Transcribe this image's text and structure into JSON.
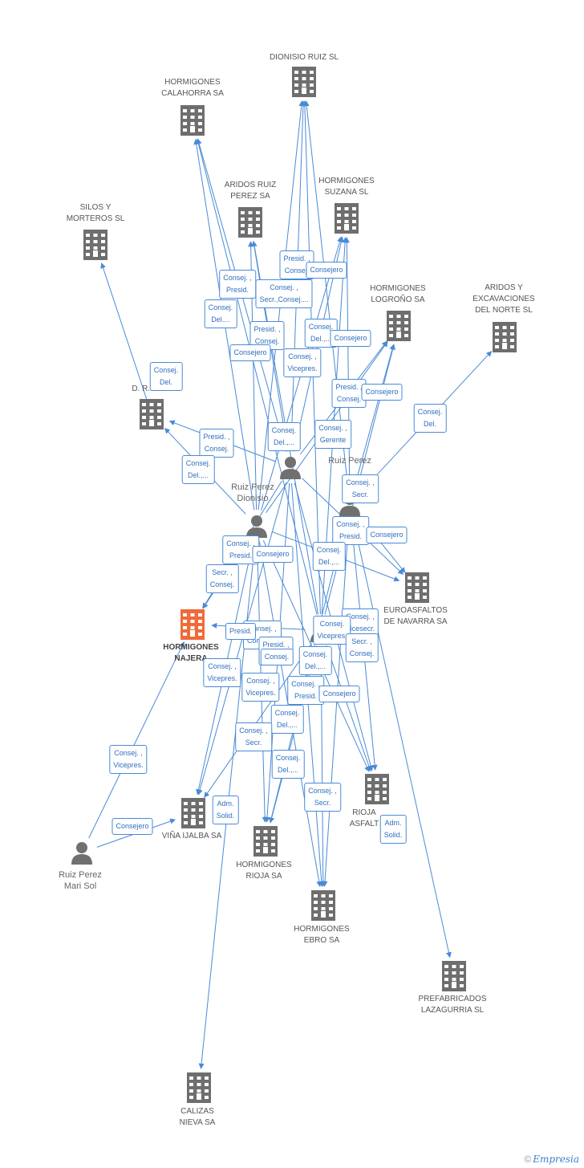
{
  "colors": {
    "edge": "#4a8ad6",
    "building": "#6e6e6e",
    "focus": "#f06a3a",
    "person": "#707070"
  },
  "nodes": [
    {
      "id": "dionisio_ruiz_sl",
      "type": "company",
      "label": "DIONISIO RUIZ SL"
    },
    {
      "id": "hormigones_calahorra",
      "type": "company",
      "label": "HORMIGONES\nCALAHORRA SA"
    },
    {
      "id": "aridos_ruiz_perez",
      "type": "company",
      "label": "ARIDOS RUIZ\nPEREZ SA"
    },
    {
      "id": "hormigones_suzana",
      "type": "company",
      "label": "HORMIGONES\nSUZANA SL"
    },
    {
      "id": "silos_morteros",
      "type": "company",
      "label": "SILOS Y\nMORTEROS SL"
    },
    {
      "id": "hormigones_logrono",
      "type": "company",
      "label": "HORMIGONES\nLOGROÑO SA"
    },
    {
      "id": "aridos_excavaciones",
      "type": "company",
      "label": "ARIDOS Y\nEXCAVACIONES\nDEL NORTE SL"
    },
    {
      "id": "dri",
      "type": "company",
      "label": "D. R.I. SL"
    },
    {
      "id": "euroasfaltos",
      "type": "company",
      "label": "EUROASFALTOS\nDE NAVARRA SA"
    },
    {
      "id": "hormigones_najera",
      "type": "focus",
      "label": "HORMIGONES\nNAJERA"
    },
    {
      "id": "vina_ijalba",
      "type": "company",
      "label": "VIÑA IJALBA SA"
    },
    {
      "id": "rioja_asfaltos",
      "type": "company",
      "label": "RIOJA\nASFALT"
    },
    {
      "id": "hormigones_rioja",
      "type": "company",
      "label": "HORMIGONES\nRIOJA SA"
    },
    {
      "id": "hormigones_ebro",
      "type": "company",
      "label": "HORMIGONES\nEBRO SA"
    },
    {
      "id": "prefabricados",
      "type": "company",
      "label": "PREFABRICADOS\nLAZAGURRIA SL"
    },
    {
      "id": "calizas_nieva",
      "type": "company",
      "label": "CALIZAS\nNIEVA SA"
    },
    {
      "id": "ruiz_perez_dionisio",
      "type": "person",
      "label": "Ruiz Perez\nDionisio"
    },
    {
      "id": "ruiz_perez",
      "type": "person",
      "label": "Ruiz Perez"
    },
    {
      "id": "ruiz_perez_2",
      "type": "person",
      "label": ""
    },
    {
      "id": "ruiz_perez_3",
      "type": "person",
      "label": ""
    },
    {
      "id": "ruiz_perez_mari_sol",
      "type": "person",
      "label": "Ruiz Perez\nMari Sol"
    }
  ],
  "relations": [
    "Consej. ,\nPresid.",
    "Presid. ,\nConsej.",
    "Consejero",
    "Consej. ,\nSecr.,Consej....",
    "Consej.\nDel....",
    "Presid. ,\nConsej.",
    "Consej.\nDel.,...",
    "Consejero",
    "Consejero",
    "Consej. ,\nVicepres.",
    "Consej.\nDel.",
    "Presid. ,\nConsej.",
    "Consejero",
    "Consej.\nDel.",
    "Presid. ,\nConsej.",
    "Consej.\nDel.,...",
    "Consej.\nDel.,...",
    "Consej. ,\nGerente",
    "Consej. ,\nSecr.",
    "Consej. ,\nPresid.",
    "Consejero",
    "Consej. ,\nPresid.",
    "Consejero",
    "Secr. ,\nConsej.",
    "Consej.\nDel.,...",
    "Consej. ,\nConsej....",
    "Consej. ,\nVicesecr.",
    "Consej.\nVicepres.",
    "Secr. ,\nConsej.",
    "Consej. ,\nVicepres.",
    "Presid. ,\nConsej.",
    "Consej.\nDel.,...",
    "Consej. ,\nVicepres.",
    "Consej. ,\nPresid.",
    "Consejero",
    "Consej.\nDel.,...",
    "Consej. ,\nSecr.",
    "Consej.\nDel.,...",
    "Consej. ,\nSecr.",
    "Adm.\nSolid.",
    "Consej. ,\nVicepres.",
    "Consejero",
    "Adm.\nSolid.",
    "Presid.",
    "Consej."
  ],
  "logo": {
    "copyright": "©",
    "brand": "Empresia"
  }
}
